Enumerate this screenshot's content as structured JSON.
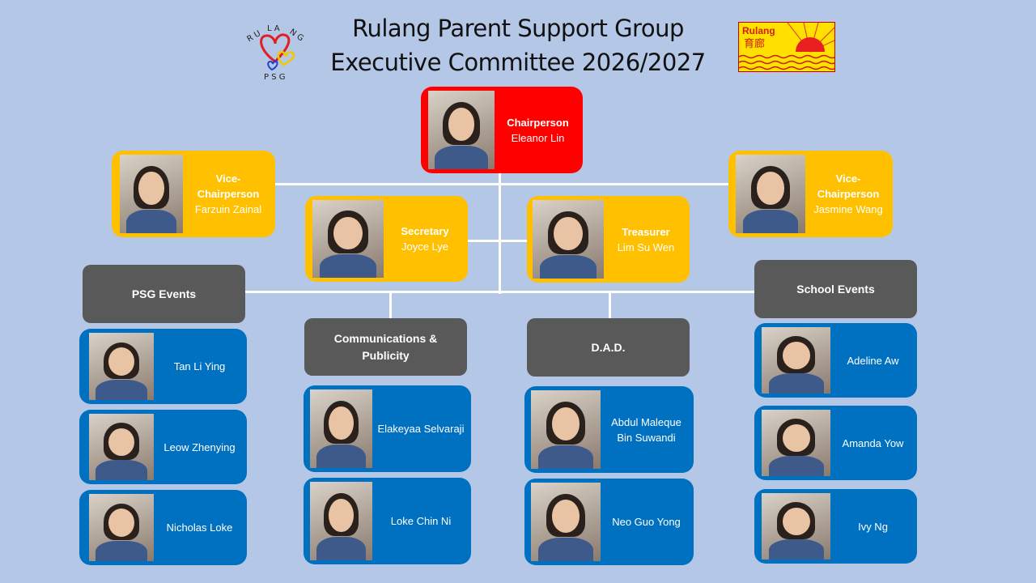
{
  "header": {
    "title_line1": "Rulang Parent Support Group",
    "title_line2": "Executive Committee 2026/2027",
    "left_logo_text": "RULANG PSG",
    "right_logo_text": "Rulang 育廊"
  },
  "colors": {
    "background": "#b4c7e7",
    "chair": "#ff0000",
    "officers": "#ffc000",
    "groups": "#595959",
    "members": "#0070c0"
  },
  "officers": {
    "chair": {
      "role": "Chairperson",
      "name": "Eleanor Lin"
    },
    "vice_left": {
      "role": "Vice-Chairperson",
      "name": "Farzuin Zainal"
    },
    "vice_right": {
      "role": "Vice-Chairperson",
      "name": "Jasmine Wang"
    },
    "secretary": {
      "role": "Secretary",
      "name": "Joyce Lye"
    },
    "treasurer": {
      "role": "Treasurer",
      "name": "Lim Su Wen"
    }
  },
  "groups": [
    {
      "name": "PSG Events",
      "members": [
        "Tan Li Ying",
        "Leow Zhenying",
        "Nicholas Loke"
      ]
    },
    {
      "name": "Communications & Publicity",
      "members": [
        "Elakeyaa Selvaraji",
        "Loke Chin Ni"
      ]
    },
    {
      "name": "D.A.D.",
      "members": [
        "Abdul Maleque Bin Suwandi",
        "Neo Guo Yong"
      ]
    },
    {
      "name": "School Events",
      "members": [
        "Adeline Aw",
        "Amanda Yow",
        "Ivy Ng"
      ]
    }
  ]
}
